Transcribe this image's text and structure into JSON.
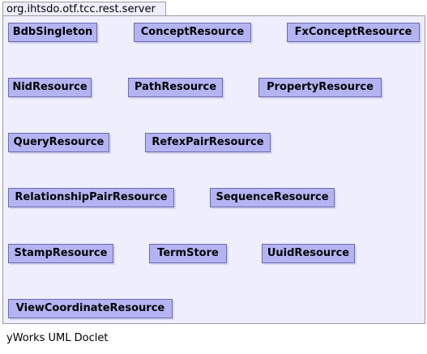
{
  "package": {
    "name": "org.ihtsdo.otf.tcc.rest.server"
  },
  "classes": [
    "BdbSingleton",
    "ConceptResource",
    "FxConceptResource",
    "NidResource",
    "PathResource",
    "PropertyResource",
    "QueryResource",
    "RefexPairResource",
    "RelationshipPairResource",
    "SequenceResource",
    "StampResource",
    "TermStore",
    "UuidResource",
    "ViewCoordinateResource"
  ],
  "footer": {
    "text": "yWorks UML Doclet"
  }
}
